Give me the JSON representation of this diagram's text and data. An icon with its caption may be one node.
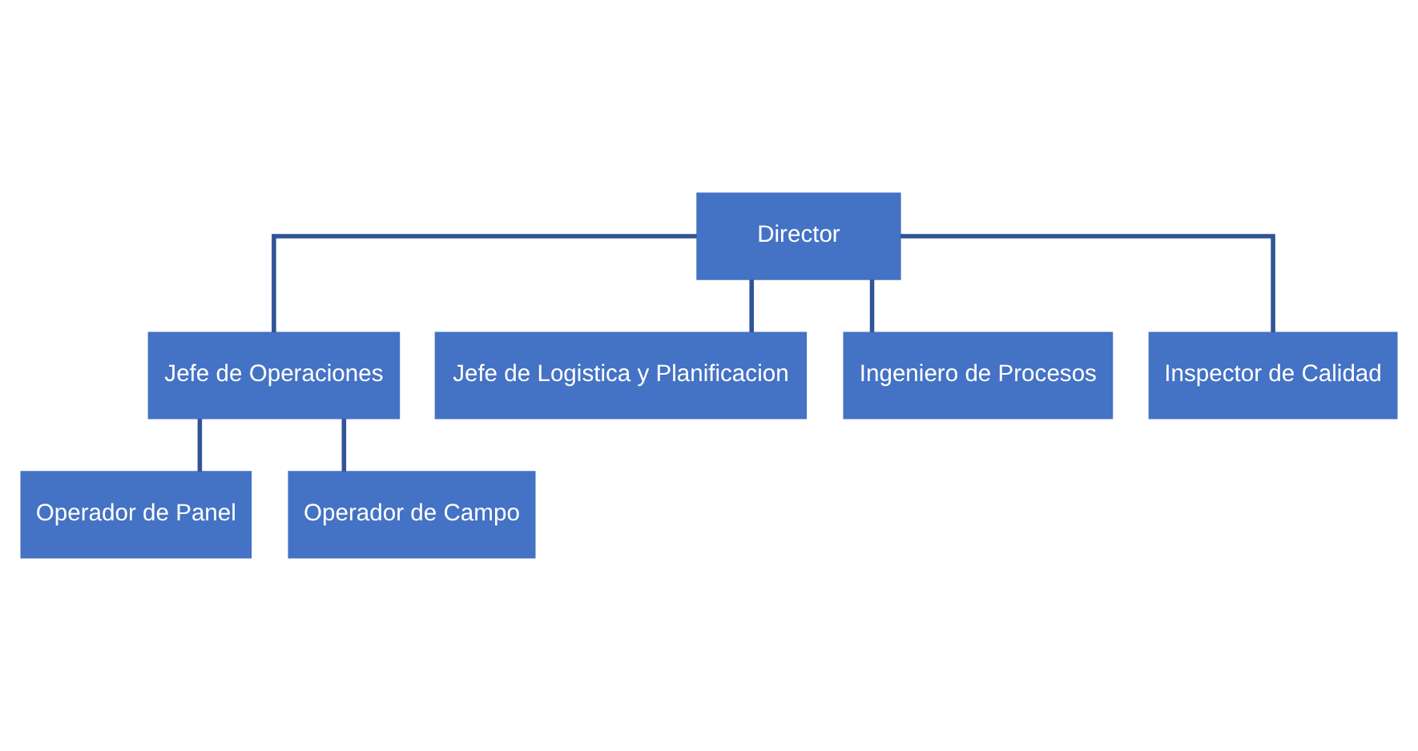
{
  "diagram": {
    "nodes": [
      {
        "text": [
          "Director"
        ]
      },
      {
        "text": [
          "Jefe de Operaciones"
        ]
      },
      {
        "text": [
          "Jefe de Logistica y Planificacion"
        ]
      },
      {
        "text": [
          "Ingeniero de Procesos"
        ]
      },
      {
        "text": [
          "Inspector de Calidad"
        ]
      },
      {
        "text": [
          "Operador de Panel"
        ]
      },
      {
        "text": [
          "Operador de Campo"
        ]
      }
    ],
    "edges": [
      {
        "from": 0,
        "to": 1,
        "arrow": "none"
      },
      {
        "from": 0,
        "to": 2,
        "arrow": "none"
      },
      {
        "from": 0,
        "to": 3,
        "arrow": "none"
      },
      {
        "from": 0,
        "to": 4,
        "arrow": "none"
      },
      {
        "from": 1,
        "to": 5,
        "arrow": "none"
      },
      {
        "from": 1,
        "to": 6,
        "arrow": "none"
      }
    ]
  }
}
